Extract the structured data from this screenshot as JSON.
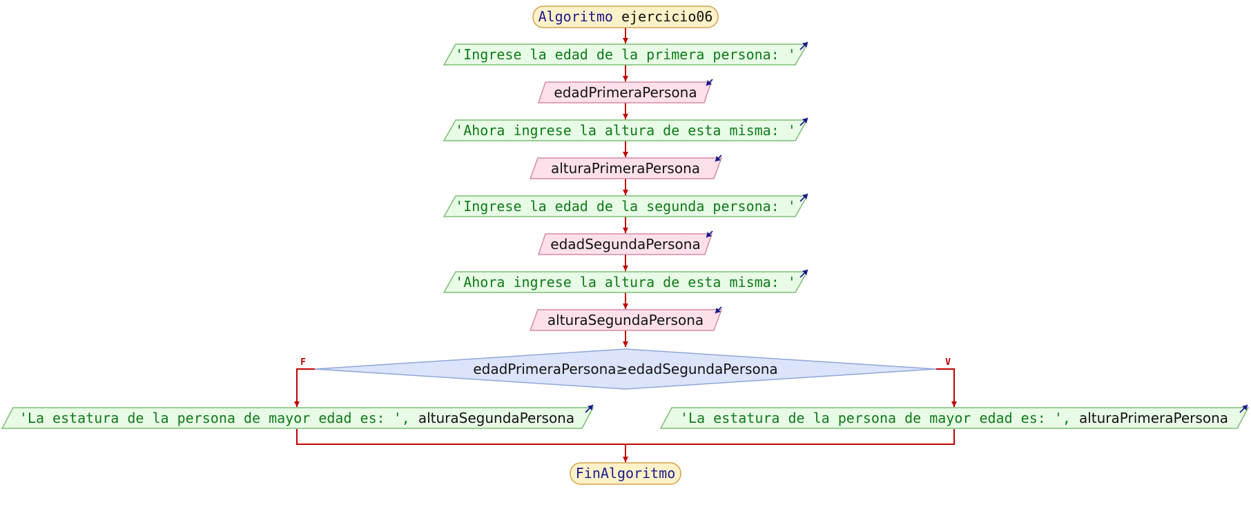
{
  "colors": {
    "terminal_fill": "#fdf1c8",
    "terminal_stroke": "#d4a24a",
    "output_fill": "#e8fbe6",
    "output_stroke": "#7bbd74",
    "input_fill": "#fde0ea",
    "input_stroke": "#d68aa3",
    "decision_fill": "#dbe4fb",
    "decision_stroke": "#8ea6d8",
    "edge": "#c00000",
    "string_text": "#0f7a1a",
    "keyword_text": "#1a1a8c",
    "variable_text": "#111111",
    "io_arrow": "#1a1a8c"
  },
  "icons": {
    "output": "arrow-up-right-icon",
    "input": "arrow-down-left-icon"
  },
  "start": {
    "keyword": "Algoritmo",
    "name": "ejercicio06"
  },
  "steps": [
    {
      "kind": "output",
      "string": "'Ingrese la edad de la primera persona: '"
    },
    {
      "kind": "input",
      "variable": "edadPrimeraPersona"
    },
    {
      "kind": "output",
      "string": "'Ahora ingrese la altura de esta misma: '"
    },
    {
      "kind": "input",
      "variable": "alturaPrimeraPersona"
    },
    {
      "kind": "output",
      "string": "'Ingrese la edad de la segunda persona: '"
    },
    {
      "kind": "input",
      "variable": "edadSegundaPersona"
    },
    {
      "kind": "output",
      "string": "'Ahora ingrese la altura de esta misma: '"
    },
    {
      "kind": "input",
      "variable": "alturaSegundaPersona"
    }
  ],
  "decision": {
    "condition": "edadPrimeraPersona≥edadSegundaPersona",
    "false_label": "F",
    "true_label": "V"
  },
  "false_branch": {
    "string": "'La estatura de la persona de mayor edad es: '",
    "separator": ", ",
    "variable": "alturaSegundaPersona"
  },
  "true_branch": {
    "string": "'La estatura de la persona de mayor edad es: '",
    "separator": ", ",
    "variable": "alturaPrimeraPersona"
  },
  "end": {
    "keyword": "FinAlgoritmo"
  }
}
